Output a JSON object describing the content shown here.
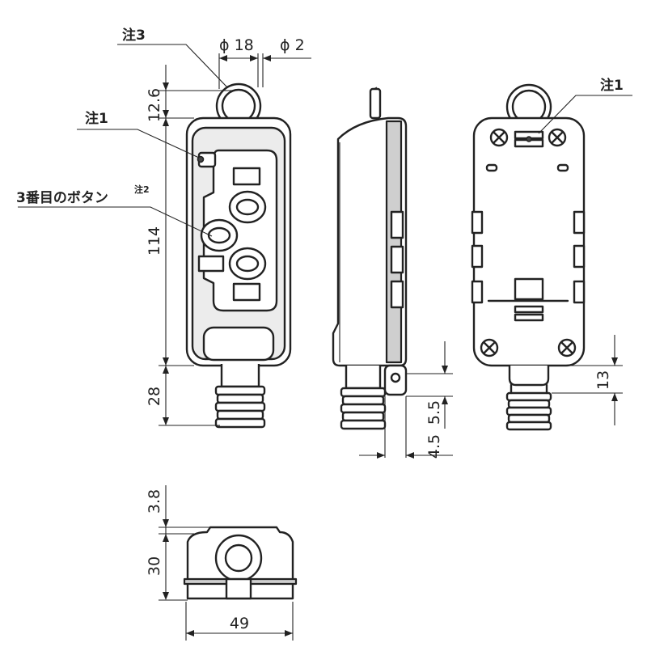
{
  "notes": {
    "note3": "注3",
    "note1_front": "注1",
    "note1_back": "注1",
    "third_button": "3番目のボタン",
    "third_button_sup": "注2"
  },
  "dimensions": {
    "ring_diameter": "ϕ 18",
    "wire_diameter": "ϕ 2",
    "ring_height": "12.6",
    "body_height": "114",
    "cord_height": "28",
    "side_tab": "5.5",
    "side_width": "4.5",
    "back_cord": "13",
    "bottom_top": "3.8",
    "bottom_height": "30",
    "bottom_width": "49"
  }
}
